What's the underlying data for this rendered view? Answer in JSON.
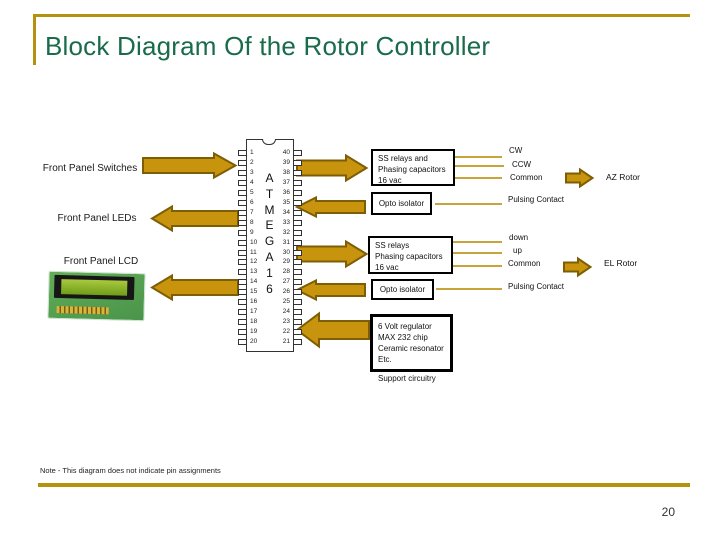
{
  "slide": {
    "title": "Block Diagram Of the Rotor Controller",
    "note": "Note - This diagram does not indicate pin assignments",
    "page_number": "20"
  },
  "colors": {
    "accent_gold": "#B5920E",
    "arrow_fill": "#C8930D",
    "arrow_outline": "#7D5E04",
    "connector_gold": "#C8A43C",
    "title_green": "#1A6B4C",
    "lcd_pcb_green": "#4f9e4a",
    "lcd_screen_green": "#8ab52c"
  },
  "front_panel": {
    "switches_label": "Front Panel Switches",
    "leds_label": "Front Panel LEDs",
    "lcd_label": "Front Panel LCD"
  },
  "chip": {
    "label": "ATMEGA16",
    "label_letters": [
      "A",
      "T",
      "M",
      "E",
      "G",
      "A",
      "1",
      "6"
    ],
    "left_pins": [
      "1",
      "2",
      "3",
      "4",
      "5",
      "6",
      "7",
      "8",
      "9",
      "10",
      "11",
      "12",
      "13",
      "14",
      "15",
      "16",
      "17",
      "18",
      "19",
      "20"
    ],
    "right_pins": [
      "40",
      "39",
      "38",
      "37",
      "36",
      "35",
      "34",
      "33",
      "32",
      "31",
      "30",
      "29",
      "28",
      "27",
      "26",
      "25",
      "24",
      "23",
      "22",
      "21"
    ]
  },
  "az_section": {
    "relay_box_lines": [
      "SS relays and",
      "Phasing capacitors",
      "16 vac"
    ],
    "opto_box_label": "Opto isolator",
    "cw": "CW",
    "ccw": "CCW",
    "common": "Common",
    "pulsing": "Pulsing Contact",
    "rotor": "AZ Rotor"
  },
  "el_section": {
    "relay_box_lines": [
      "SS relays",
      "Phasing capacitors",
      "16 vac"
    ],
    "opto_box_label": "Opto isolator",
    "down": "down",
    "up": "up",
    "common": "Common",
    "pulsing": "Pulsing Contact",
    "rotor": "EL Rotor"
  },
  "support": {
    "box_lines": [
      "6 Volt regulator",
      "MAX 232 chip",
      "Ceramic resonator",
      "Etc."
    ],
    "caption": "Support circuitry"
  }
}
